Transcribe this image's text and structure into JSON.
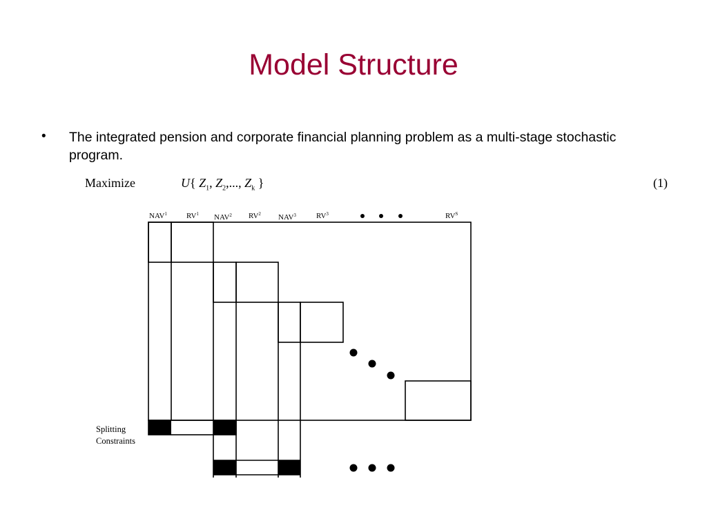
{
  "slide": {
    "title": "Model Structure",
    "bullet_marker": "•",
    "bullet_text": "The integrated pension and corporate financial planning problem as a multi-stage stochastic program.",
    "title_color": "#990033"
  },
  "equation": {
    "label": "Maximize",
    "function": "U",
    "open_brace": "{",
    "var": "Z",
    "sub1": "1",
    "sub2": "2",
    "ellipsis": ",...,",
    "subk": "k",
    "close_brace": "}",
    "number": "(1)"
  },
  "diagram": {
    "column_labels": [
      {
        "text": "NAV",
        "sup": "1"
      },
      {
        "text": "RV",
        "sup": "1"
      },
      {
        "text": "NAV",
        "sup": "2"
      },
      {
        "text": "RV",
        "sup": "2"
      },
      {
        "text": "NAV",
        "sup": "3"
      },
      {
        "text": "RV",
        "sup": "3"
      },
      {
        "text": "RV",
        "sup": "S"
      }
    ],
    "splitting_label_line1": "Splitting",
    "splitting_label_line2": "Constraints"
  }
}
